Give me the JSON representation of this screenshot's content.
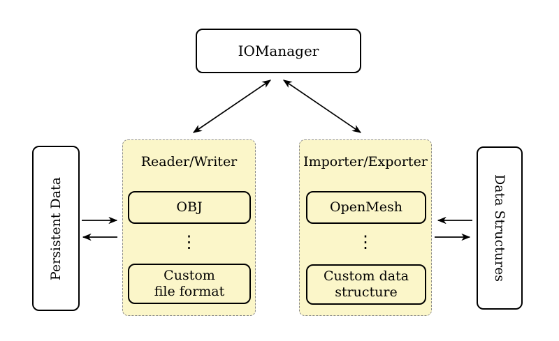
{
  "diagram": {
    "io_manager_label": "IOManager",
    "persistent_data_label": "Persistent Data",
    "data_structures_label": "Data Structures",
    "reader_writer": {
      "title": "Reader/Writer",
      "items": [
        "OBJ",
        "⋮",
        "Custom\nfile format"
      ]
    },
    "importer_exporter": {
      "title": "Importer/Exporter",
      "items": [
        "OpenMesh",
        "⋮",
        "Custom data\nstructure"
      ]
    },
    "colors": {
      "group_fill": "#fbf6c9",
      "group_border": "#8c8c8c",
      "node_border": "#000000",
      "node_fill": "#ffffff",
      "arrow": "#000000"
    }
  }
}
